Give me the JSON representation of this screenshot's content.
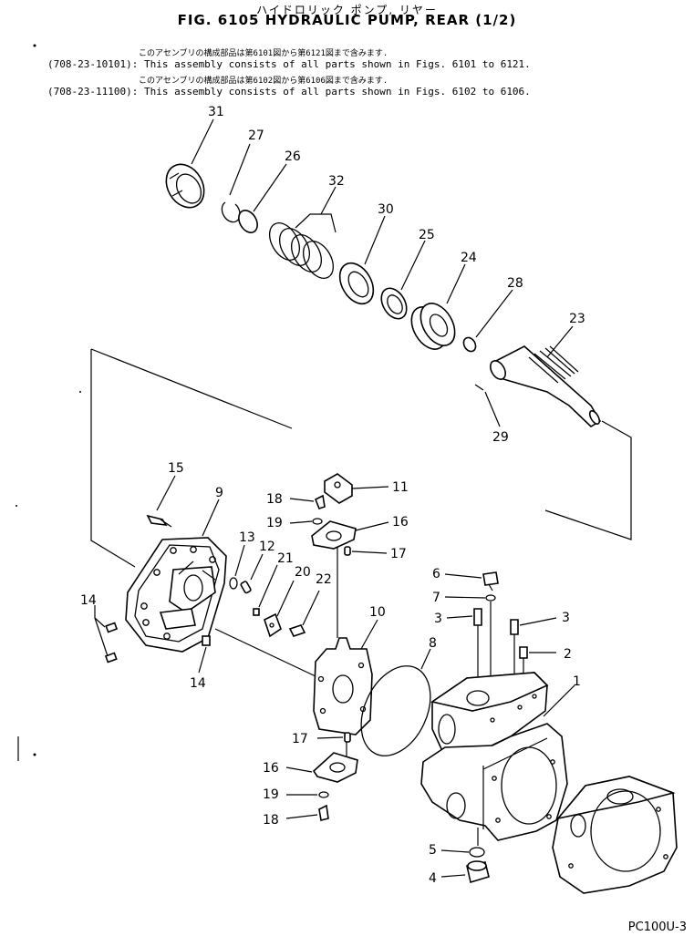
{
  "header": {
    "jp_title": "ハイドロリック ポンプ, リヤー",
    "fig_title": "FIG. 6105  HYDRAULIC PUMP, REAR (1/2)"
  },
  "notes": [
    {
      "jp": "このアセンブリの構成部品は第6101図から第6121図まで含みます.",
      "en": "(708-23-10101): This assembly consists of all parts shown in Figs. 6101 to 6121."
    },
    {
      "jp": "このアセンブリの構成部品は第6102図から第6106図まで含みます.",
      "en": "(708-23-11100): This assembly consists of all parts shown in Figs. 6102 to 6106."
    }
  ],
  "callouts": {
    "c1": "1",
    "c2": "2",
    "c3a": "3",
    "c3b": "3",
    "c4": "4",
    "c5": "5",
    "c6": "6",
    "c7": "7",
    "c8": "8",
    "c9": "9",
    "c10": "10",
    "c11": "11",
    "c12": "12",
    "c13": "13",
    "c14a": "14",
    "c14b": "14",
    "c15": "15",
    "c16a": "16",
    "c16b": "16",
    "c17a": "17",
    "c17b": "17",
    "c18a": "18",
    "c18b": "18",
    "c19a": "19",
    "c19b": "19",
    "c20": "20",
    "c21": "21",
    "c22": "22",
    "c23": "23",
    "c24": "24",
    "c25": "25",
    "c26": "26",
    "c27": "27",
    "c28": "28",
    "c29": "29",
    "c30": "30",
    "c31": "31",
    "c32": "32"
  },
  "footer": {
    "code": "PC100U-3"
  }
}
